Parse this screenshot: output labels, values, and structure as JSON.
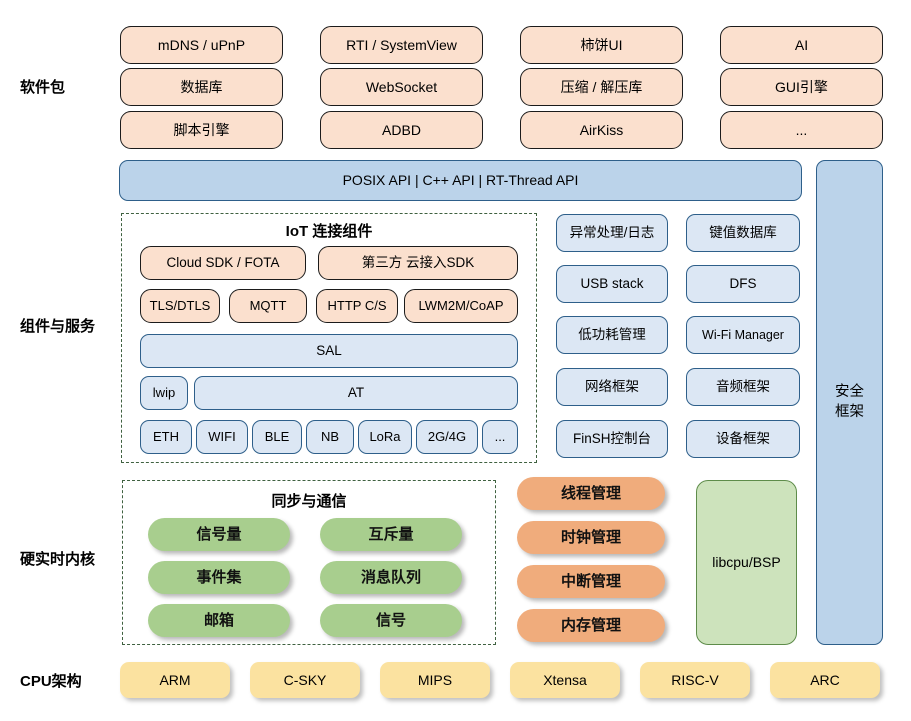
{
  "sections": {
    "software_packages": "软件包",
    "components_services": "组件与服务",
    "hard_realtime_kernel": "硬实时内核",
    "cpu_arch": "CPU架构"
  },
  "software_packages": {
    "columns": [
      [
        "mDNS / uPnP",
        "数据库",
        "脚本引擎"
      ],
      [
        "RTI / SystemView",
        "WebSocket",
        "ADBD"
      ],
      [
        "柿饼UI",
        "压缩 / 解压库",
        "AirKiss"
      ],
      [
        "AI",
        "GUI引擎",
        "..."
      ]
    ]
  },
  "api_bar": {
    "label": "POSIX API  |  C++ API  |  RT-Thread API"
  },
  "security": {
    "label_line1": "安全",
    "label_line2": "框架"
  },
  "iot": {
    "title": "IoT 连接组件",
    "row1": [
      "Cloud SDK / FOTA",
      "第三方 云接入SDK"
    ],
    "row2": [
      "TLS/DTLS",
      "MQTT",
      "HTTP C/S",
      "LWM2M/CoAP"
    ],
    "sal": "SAL",
    "lwip": "lwip",
    "at": "AT",
    "links": [
      "ETH",
      "WIFI",
      "BLE",
      "NB",
      "LoRa",
      "2G/4G",
      "..."
    ]
  },
  "components": {
    "left_column": [
      "异常处理/日志",
      "USB stack",
      "低功耗管理",
      "网络框架",
      "FinSH控制台"
    ],
    "right_column": [
      "键值数据库",
      "DFS",
      "Wi-Fi Manager",
      "音频框架",
      "设备框架"
    ]
  },
  "kernel": {
    "sync_title": "同步与通信",
    "sync_left": [
      "信号量",
      "事件集",
      "邮箱"
    ],
    "sync_right": [
      "互斥量",
      "消息队列",
      "信号"
    ],
    "management": [
      "线程管理",
      "时钟管理",
      "中断管理",
      "内存管理"
    ],
    "libcpu": "libcpu/BSP"
  },
  "cpu_arch": {
    "items": [
      "ARM",
      "C-SKY",
      "MIPS",
      "Xtensa",
      "RISC-V",
      "ARC"
    ]
  },
  "colors": {
    "package_fill": "#FBE0CE",
    "component_fill": "#DCE7F4",
    "api_fill": "#BBD3EA",
    "kernel_green": "#A8CE8E",
    "kernel_orange": "#F0AC7C",
    "libcpu_green": "#CDE3BC",
    "cpu_yellow": "#FBE2A0",
    "dash_border": "#3F6140"
  }
}
